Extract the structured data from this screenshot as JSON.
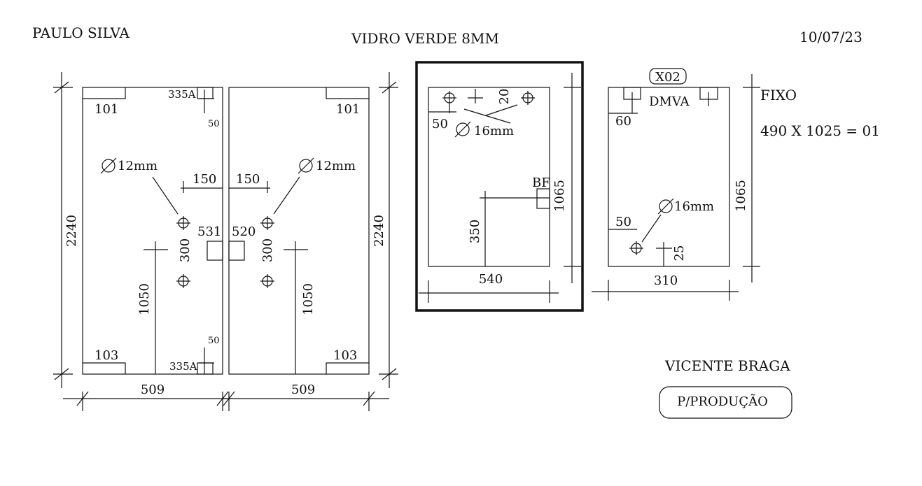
{
  "header": {
    "client": "PAULO SILVA",
    "material": "VIDRO VERDE 8MM",
    "date": "10/07/23"
  },
  "panel_left": {
    "height": "2240",
    "width": "509",
    "tag_top": "101",
    "tag_bottom": "103",
    "hinge_top": "335A",
    "hinge_bottom": "335A",
    "offset_top": "50",
    "offset_bottom": "50",
    "hole_label": "12mm",
    "hole_offset": "150",
    "hole_spacing": "300",
    "handle": "531",
    "height_from_floor": "1050"
  },
  "panel_right": {
    "height": "2240",
    "width": "509",
    "tag_top": "101",
    "tag_bottom": "103",
    "hole_label": "12mm",
    "hole_offset": "150",
    "hole_spacing": "300",
    "handle": "520",
    "height_from_floor": "1050"
  },
  "panel_mid": {
    "width": "540",
    "height": "1065",
    "offset_top": "20",
    "offset_side": "50",
    "hole_label": "16mm",
    "cutout": "BF",
    "cutout_height": "350"
  },
  "panel_small": {
    "code": "X02",
    "label": "DMVA",
    "offset_top": "60",
    "width": "310",
    "height": "1065",
    "hole_label": "16mm",
    "offset_side": "50",
    "offset_bottom": "25"
  },
  "notes": {
    "type": "FIXO",
    "spec": "490 X 1025 = 01"
  },
  "footer": {
    "author": "VICENTE BRAGA",
    "status": "P/PRODUÇÃO"
  }
}
